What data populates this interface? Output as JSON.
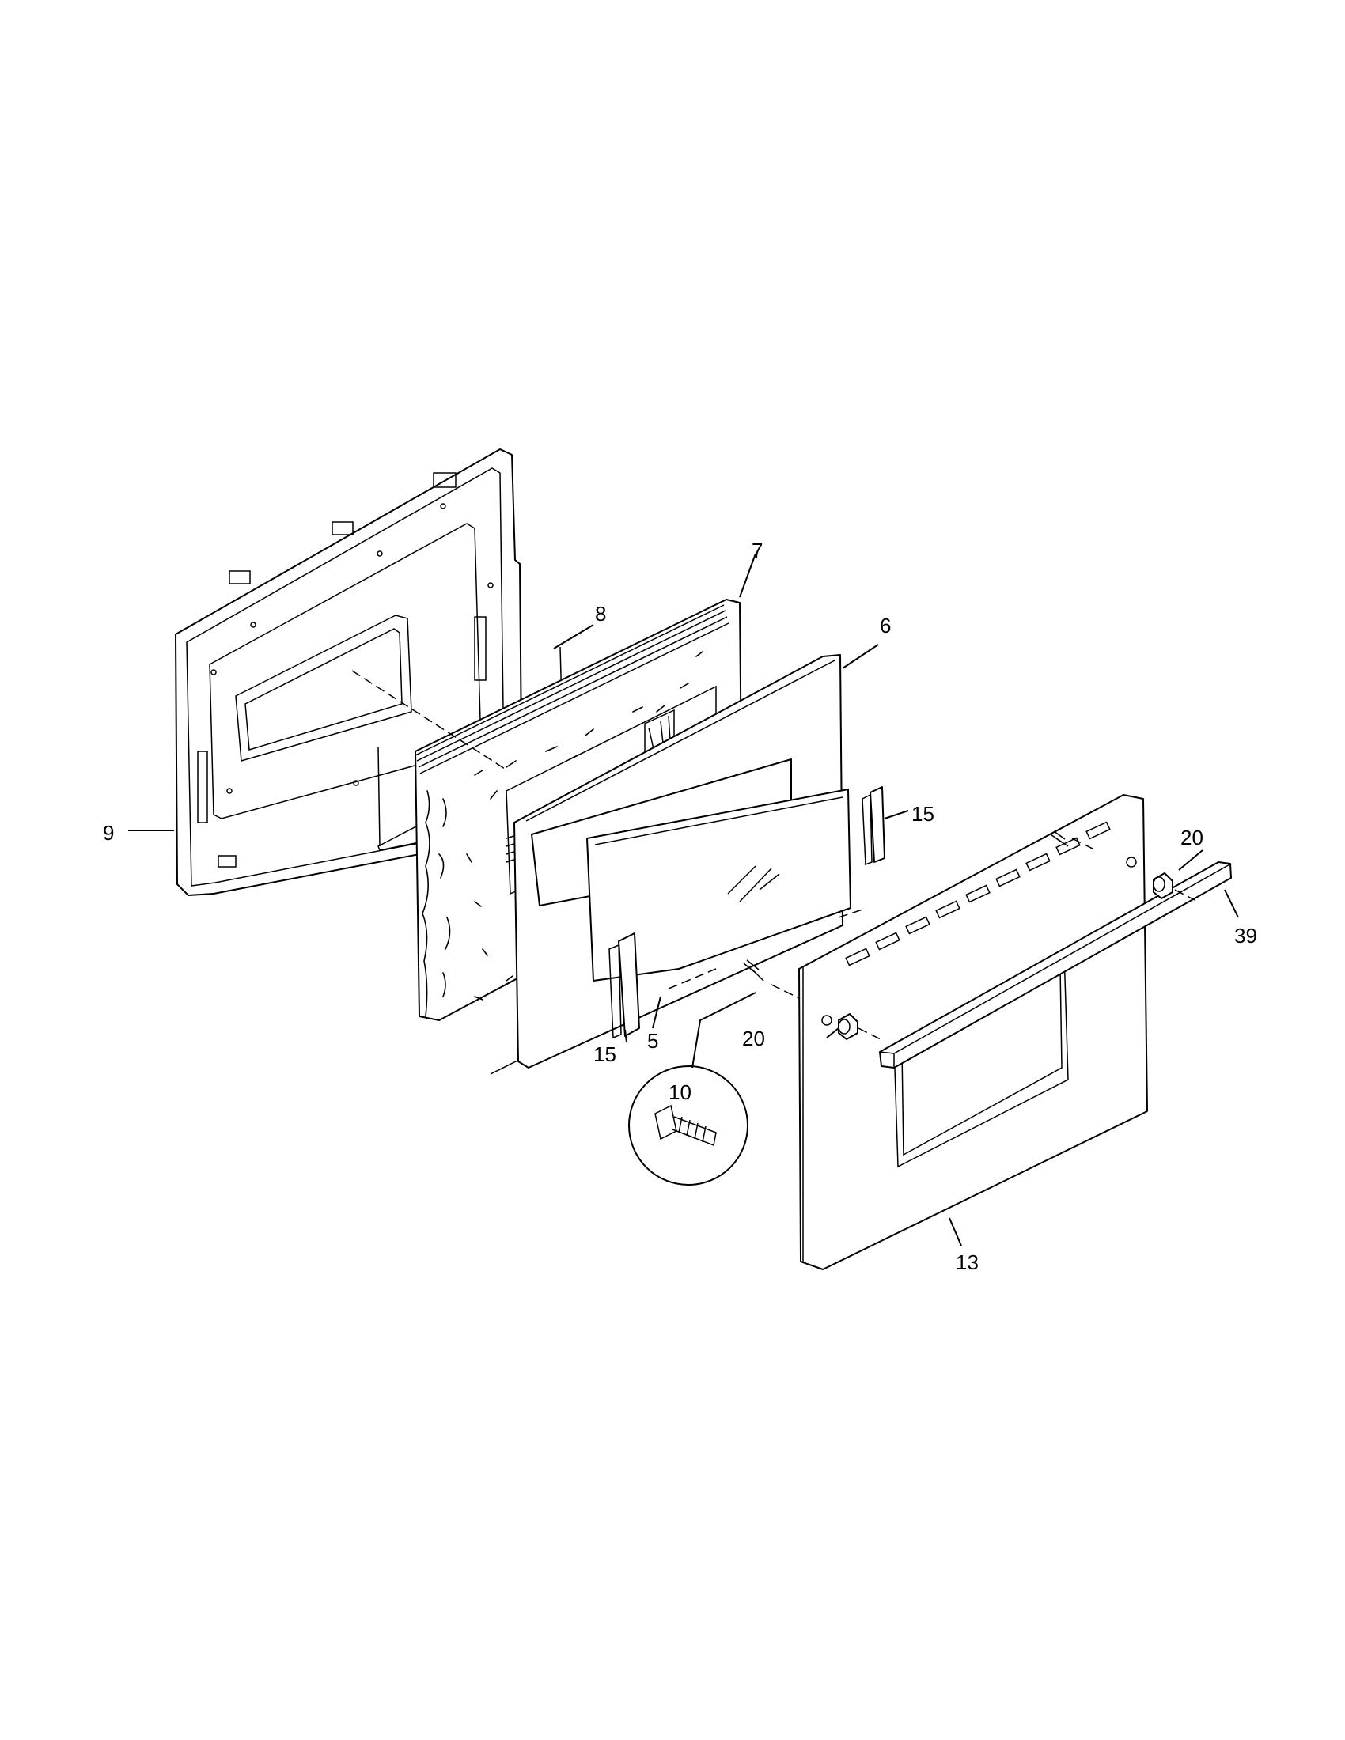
{
  "colors": {
    "line": "#000000",
    "background": "#ffffff"
  },
  "callouts": [
    {
      "id": "c9",
      "text": "9"
    },
    {
      "id": "c8",
      "text": "8"
    },
    {
      "id": "c7",
      "text": "7"
    },
    {
      "id": "c6",
      "text": "6"
    },
    {
      "id": "c15a",
      "text": "15"
    },
    {
      "id": "c15b",
      "text": "15"
    },
    {
      "id": "c5",
      "text": "5"
    },
    {
      "id": "c10",
      "text": "10"
    },
    {
      "id": "c20a",
      "text": "20"
    },
    {
      "id": "c20b",
      "text": "20"
    },
    {
      "id": "c39",
      "text": "39"
    },
    {
      "id": "c13",
      "text": "13"
    }
  ]
}
